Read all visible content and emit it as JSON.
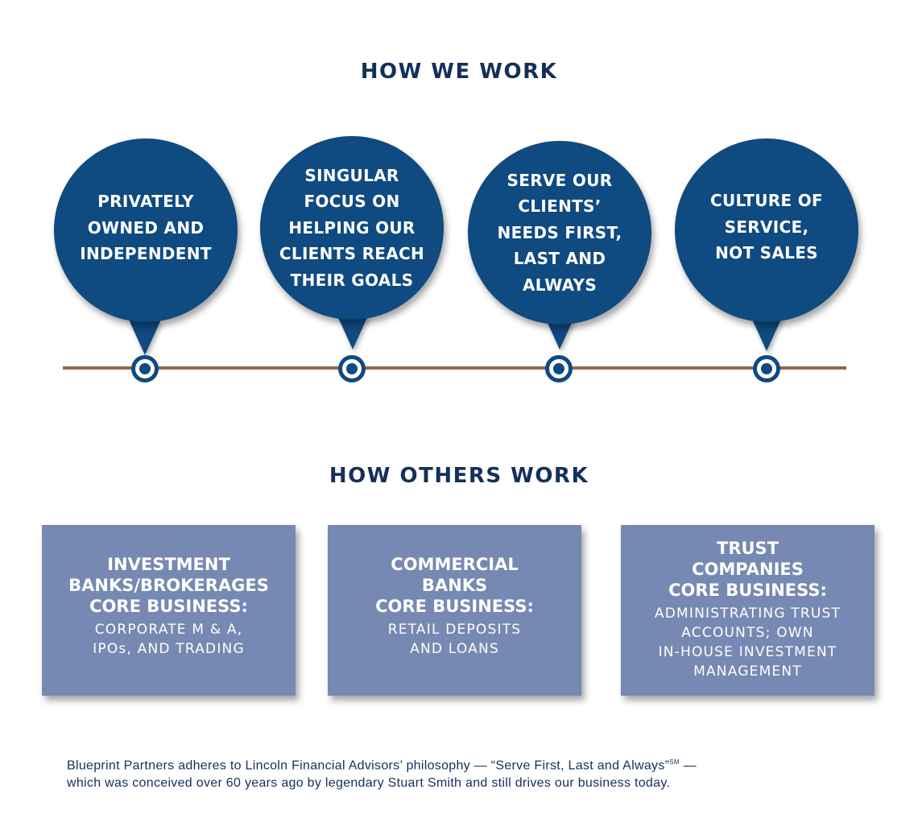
{
  "how_we_work": {
    "title": "HOW WE WORK",
    "items": [
      {
        "label": "PRIVATELY\nOWNED AND\nINDEPENDENT"
      },
      {
        "label": "SINGULAR\nFOCUS ON\nHELPING OUR\nCLIENTS REACH\nTHEIR GOALS"
      },
      {
        "label": "SERVE OUR\nCLIENTS’\nNEEDS FIRST,\nLAST AND\nALWAYS"
      },
      {
        "label": "CULTURE OF\nSERVICE,\nNOT SALES"
      }
    ]
  },
  "how_others_work": {
    "title": "HOW OTHERS WORK",
    "cards": [
      {
        "title": "INVESTMENT\nBANKS/BROKERAGES\nCORE BUSINESS:",
        "body": "CORPORATE M & A,\nIPOs, AND TRADING"
      },
      {
        "title": "COMMERCIAL\nBANKS\nCORE BUSINESS:",
        "body": "RETAIL DEPOSITS\nAND LOANS"
      },
      {
        "title": "TRUST\nCOMPANIES\nCORE BUSINESS:",
        "body": "ADMINISTRATING TRUST\nACCOUNTS; OWN\nIN-HOUSE INVESTMENT\nMANAGEMENT"
      }
    ]
  },
  "footnote": {
    "line1_a": "Blueprint Partners adheres to Lincoln Financial Advisors’ philosophy — “Serve First, Last and Always”",
    "line1_sup": "SM",
    "line1_b": " —",
    "line2": "which was conceived over 60 years ago by legendary Stuart Smith and still drives our business today."
  },
  "colors": {
    "heading": "#14305a",
    "bubble": "#0f4a80",
    "timeline": "#8b6a52",
    "card": "#7689b2"
  }
}
